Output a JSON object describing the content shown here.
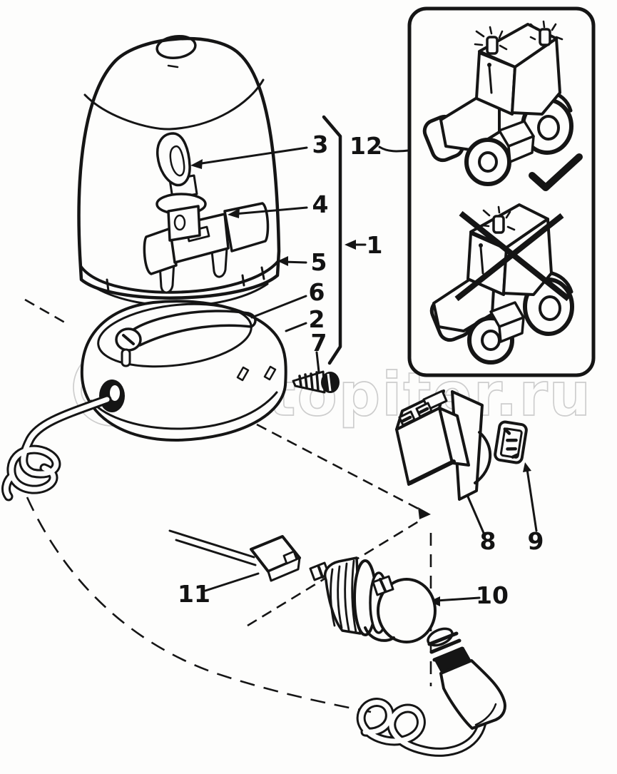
{
  "watermark": {
    "logo_glyph": "a",
    "site": "autopiter.ru"
  },
  "callouts": {
    "lamp_assembly": "1",
    "base": "2",
    "bulb": "3",
    "bulb_holder": "4",
    "dome": "5",
    "clamp_bar": "6",
    "screw": "7",
    "switch": "8",
    "clip": "9",
    "socket": "10",
    "connector": "11",
    "usage_inset": "12"
  }
}
